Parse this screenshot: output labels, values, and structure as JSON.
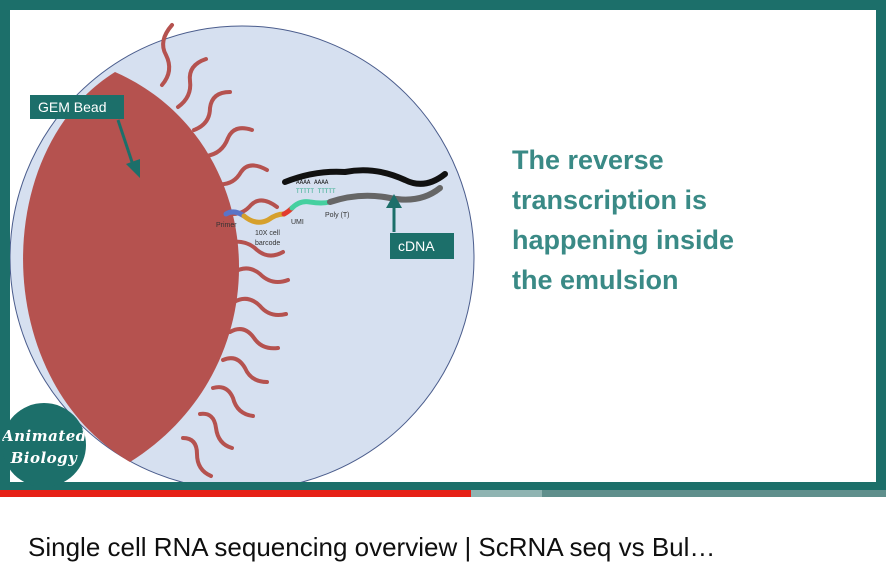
{
  "video": {
    "title": "Single cell RNA sequencing overview | ScRNA seq vs Bul…",
    "progress_played": 0.532,
    "progress_buffered": 0.612
  },
  "slide": {
    "heading_lines": [
      "The reverse",
      "transcription is",
      "happening inside",
      "the emulsion"
    ],
    "gem_bead_label": "GEM Bead",
    "cdna_label": "cDNA",
    "primer_label": "Primer",
    "barcode_label_line1": "10X cell",
    "barcode_label_line2": "barcode",
    "umi_label": "UMI",
    "polyt_label": "Poly (T)",
    "polya_label": "AAAA AAAA",
    "polyt_seq_label": "TTTTT TTTTT"
  },
  "channel": {
    "logo_line1": "Animated",
    "logo_line2": "Biology"
  },
  "colors": {
    "frame": "#1c6f6a",
    "bead": "#b5524f",
    "droplet": "#d6e0f0",
    "heading": "#3a8a86",
    "progress_played": "#e62117"
  }
}
